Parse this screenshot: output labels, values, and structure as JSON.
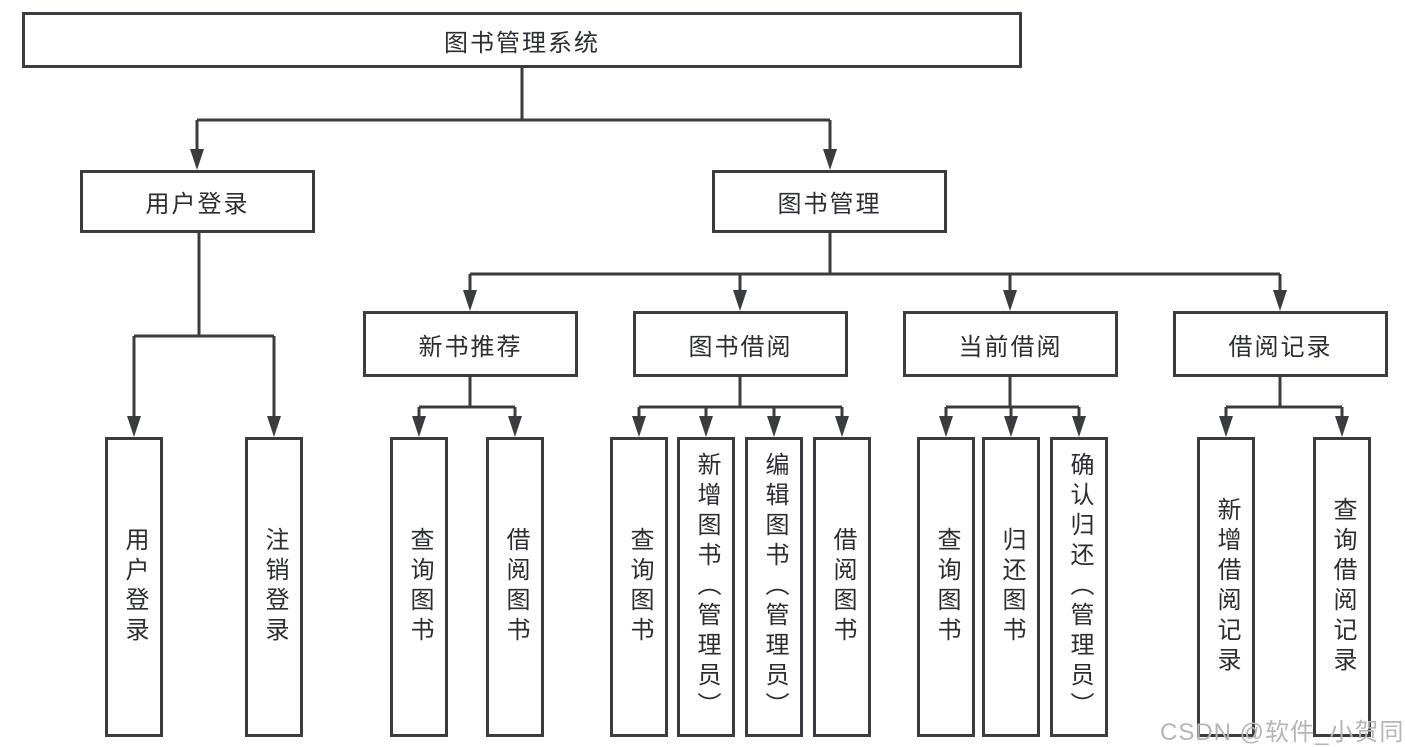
{
  "tree": {
    "root": "图书管理系统",
    "children": [
      {
        "label": "用户登录",
        "children": [
          "用户登录",
          "注销登录"
        ]
      },
      {
        "label": "图书管理",
        "children": [
          {
            "label": "新书推荐",
            "children": [
              "查询图书",
              "借阅图书"
            ]
          },
          {
            "label": "图书借阅",
            "children": [
              "查询图书",
              "新增图书（管理员）",
              "编辑图书（管理员）",
              "借阅图书"
            ]
          },
          {
            "label": "当前借阅",
            "children": [
              "查询图书",
              "归还图书",
              "确认归还（管理员）"
            ]
          },
          {
            "label": "借阅记录",
            "children": [
              "新增借阅记录",
              "查询借阅记录"
            ]
          }
        ]
      }
    ]
  },
  "watermark": {
    "text": "CSDN @软件_小贺同学"
  },
  "colors": {
    "line": "#3a3c40",
    "text": "#2b2d33",
    "background": "#ffffff",
    "watermark": "#b5b5b5"
  }
}
